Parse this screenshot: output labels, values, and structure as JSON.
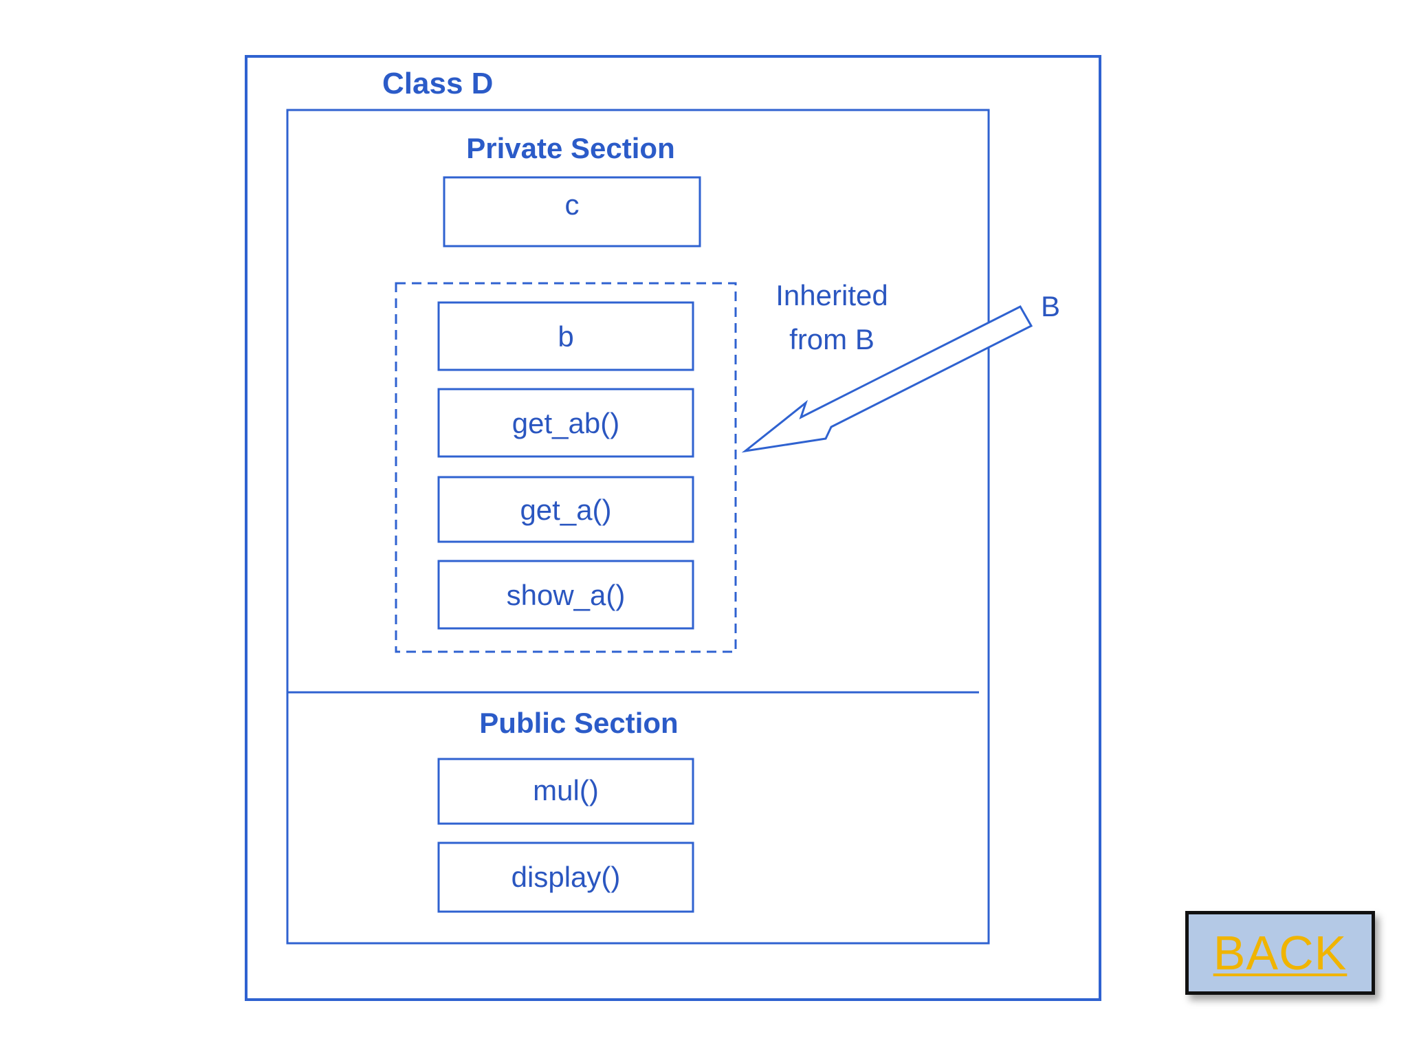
{
  "diagram": {
    "class_title": "Class D",
    "private_section": {
      "heading": "Private Section",
      "own_member": "c",
      "inherited_members": [
        "b",
        "get_ab()",
        "get_a()",
        "show_a()"
      ],
      "inherited_note_line1": "Inherited",
      "inherited_note_line2": "from B",
      "source_class": "B"
    },
    "public_section": {
      "heading": "Public Section",
      "members": [
        "mul()",
        "display()"
      ]
    },
    "colors": {
      "line": "#2f62d0",
      "text": "#2b5bc8"
    }
  },
  "navigation": {
    "back_label": "BACK",
    "back_text_color": "#f0b400",
    "back_bg_color": "#b4c9e6"
  }
}
